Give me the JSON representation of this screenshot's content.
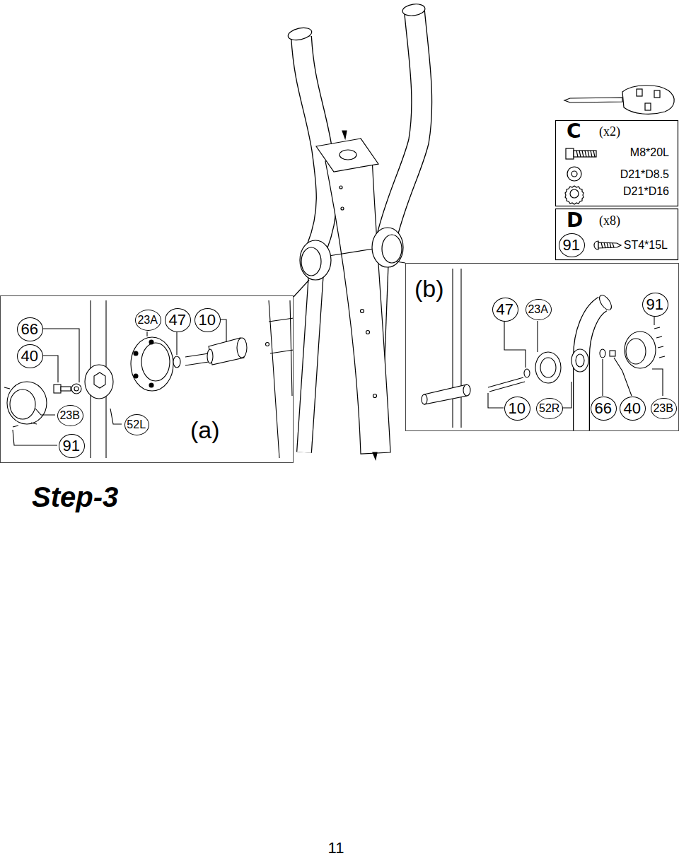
{
  "diagram": {
    "title": "Step-3",
    "nodes": [
      {
        "text": [
          "C",
          "(x2)",
          "M8*20L",
          "D21*D8.5",
          "D21*D16"
        ]
      },
      {
        "text": [
          "D",
          "(x8)",
          "ST4*15L"
        ]
      },
      {
        "text": [
          "91"
        ],
        "in": 1
      },
      {
        "text": [
          "(b)"
        ]
      },
      {
        "text": [
          "47"
        ],
        "in": 3
      },
      {
        "text": [
          "23A"
        ],
        "in": 3
      },
      {
        "text": [
          "91"
        ],
        "in": 3
      },
      {
        "text": [
          "10"
        ],
        "in": 3
      },
      {
        "text": [
          "52R"
        ],
        "in": 3
      },
      {
        "text": [
          "66"
        ],
        "in": 3
      },
      {
        "text": [
          "40"
        ],
        "in": 3
      },
      {
        "text": [
          "23B"
        ],
        "in": 3
      },
      {
        "text": [
          "(a)"
        ]
      },
      {
        "text": [
          "66"
        ],
        "in": 12
      },
      {
        "text": [
          "40"
        ],
        "in": 12
      },
      {
        "text": [
          "23B"
        ],
        "in": 12
      },
      {
        "text": [
          "91"
        ],
        "in": 12
      },
      {
        "text": [
          "23A"
        ],
        "in": 12
      },
      {
        "text": [
          "47"
        ],
        "in": 12
      },
      {
        "text": [
          "10"
        ],
        "in": 12
      },
      {
        "text": [
          "52L"
        ],
        "in": 12
      }
    ],
    "labels": [
      "11"
    ]
  }
}
